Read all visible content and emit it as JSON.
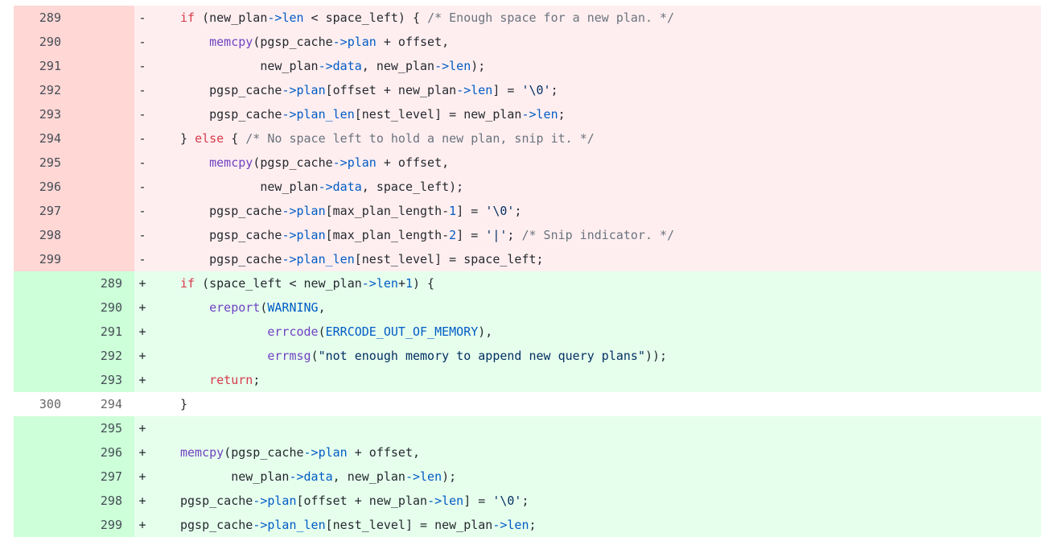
{
  "colors": {
    "deleted_line_number_bg": "#ffd7d5",
    "deleted_code_bg": "#ffeef0",
    "added_line_number_bg": "#cdffd8",
    "added_code_bg": "#e6ffed",
    "keyword": "#d73a49",
    "function": "#6f42c1",
    "member": "#005cc5",
    "comment": "#6a737d"
  },
  "diff": {
    "rows": [
      {
        "type": "del",
        "old": "289",
        "new": "",
        "sign": "-",
        "tokens": [
          [
            "t",
            "if"
          ],
          [
            "p",
            " (new_plan"
          ],
          [
            "m",
            "->"
          ],
          [
            "m",
            "len"
          ],
          [
            "p",
            " < space_left) { "
          ],
          [
            "c",
            "/* Enough space for a new plan. */"
          ]
        ]
      },
      {
        "type": "del",
        "old": "290",
        "new": "",
        "sign": "-",
        "tokens": [
          [
            "p",
            "    "
          ],
          [
            "f",
            "memcpy"
          ],
          [
            "p",
            "(pgsp_cache"
          ],
          [
            "m",
            "->"
          ],
          [
            "m",
            "plan"
          ],
          [
            "p",
            " + offset,"
          ]
        ]
      },
      {
        "type": "del",
        "old": "291",
        "new": "",
        "sign": "-",
        "tokens": [
          [
            "p",
            "           new_plan"
          ],
          [
            "m",
            "->"
          ],
          [
            "m",
            "data"
          ],
          [
            "p",
            ", new_plan"
          ],
          [
            "m",
            "->"
          ],
          [
            "m",
            "len"
          ],
          [
            "p",
            ");"
          ]
        ]
      },
      {
        "type": "del",
        "old": "292",
        "new": "",
        "sign": "-",
        "tokens": [
          [
            "p",
            "    pgsp_cache"
          ],
          [
            "m",
            "->"
          ],
          [
            "m",
            "plan"
          ],
          [
            "p",
            "[offset + new_plan"
          ],
          [
            "m",
            "->"
          ],
          [
            "m",
            "len"
          ],
          [
            "p",
            "] = "
          ],
          [
            "s",
            "'\\0'"
          ],
          [
            "p",
            ";"
          ]
        ]
      },
      {
        "type": "del",
        "old": "293",
        "new": "",
        "sign": "-",
        "tokens": [
          [
            "p",
            "    pgsp_cache"
          ],
          [
            "m",
            "->"
          ],
          [
            "m",
            "plan_len"
          ],
          [
            "p",
            "[nest_level] = new_plan"
          ],
          [
            "m",
            "->"
          ],
          [
            "m",
            "len"
          ],
          [
            "p",
            ";"
          ]
        ]
      },
      {
        "type": "del",
        "old": "294",
        "new": "",
        "sign": "-",
        "tokens": [
          [
            "p",
            "} "
          ],
          [
            "t",
            "else"
          ],
          [
            "p",
            " { "
          ],
          [
            "c",
            "/* No space left to hold a new plan, snip it. */"
          ]
        ]
      },
      {
        "type": "del",
        "old": "295",
        "new": "",
        "sign": "-",
        "tokens": [
          [
            "p",
            "    "
          ],
          [
            "f",
            "memcpy"
          ],
          [
            "p",
            "(pgsp_cache"
          ],
          [
            "m",
            "->"
          ],
          [
            "m",
            "plan"
          ],
          [
            "p",
            " + offset,"
          ]
        ]
      },
      {
        "type": "del",
        "old": "296",
        "new": "",
        "sign": "-",
        "tokens": [
          [
            "p",
            "           new_plan"
          ],
          [
            "m",
            "->"
          ],
          [
            "m",
            "data"
          ],
          [
            "p",
            ", space_left);"
          ]
        ]
      },
      {
        "type": "del",
        "old": "297",
        "new": "",
        "sign": "-",
        "tokens": [
          [
            "p",
            "    pgsp_cache"
          ],
          [
            "m",
            "->"
          ],
          [
            "m",
            "plan"
          ],
          [
            "p",
            "[max_plan_length-"
          ],
          [
            "m",
            "1"
          ],
          [
            "p",
            "] = "
          ],
          [
            "s",
            "'\\0'"
          ],
          [
            "p",
            ";"
          ]
        ]
      },
      {
        "type": "del",
        "old": "298",
        "new": "",
        "sign": "-",
        "tokens": [
          [
            "p",
            "    pgsp_cache"
          ],
          [
            "m",
            "->"
          ],
          [
            "m",
            "plan"
          ],
          [
            "p",
            "[max_plan_length-"
          ],
          [
            "m",
            "2"
          ],
          [
            "p",
            "] = "
          ],
          [
            "s",
            "'|'"
          ],
          [
            "p",
            "; "
          ],
          [
            "c",
            "/* Snip indicator. */"
          ]
        ]
      },
      {
        "type": "del",
        "old": "299",
        "new": "",
        "sign": "-",
        "tokens": [
          [
            "p",
            "    pgsp_cache"
          ],
          [
            "m",
            "->"
          ],
          [
            "m",
            "plan_len"
          ],
          [
            "p",
            "[nest_level] = space_left;"
          ]
        ]
      },
      {
        "type": "add",
        "old": "",
        "new": "289",
        "sign": "+",
        "tokens": [
          [
            "t",
            "if"
          ],
          [
            "p",
            " (space_left < new_plan"
          ],
          [
            "m",
            "->"
          ],
          [
            "m",
            "len"
          ],
          [
            "p",
            "+"
          ],
          [
            "m",
            "1"
          ],
          [
            "p",
            ") {"
          ]
        ]
      },
      {
        "type": "add",
        "old": "",
        "new": "290",
        "sign": "+",
        "tokens": [
          [
            "p",
            "    "
          ],
          [
            "f",
            "ereport"
          ],
          [
            "p",
            "("
          ],
          [
            "m",
            "WARNING"
          ],
          [
            "p",
            ","
          ]
        ]
      },
      {
        "type": "add",
        "old": "",
        "new": "291",
        "sign": "+",
        "tokens": [
          [
            "p",
            "            "
          ],
          [
            "f",
            "errcode"
          ],
          [
            "p",
            "("
          ],
          [
            "m",
            "ERRCODE_OUT_OF_MEMORY"
          ],
          [
            "p",
            "),"
          ]
        ]
      },
      {
        "type": "add",
        "old": "",
        "new": "292",
        "sign": "+",
        "tokens": [
          [
            "p",
            "            "
          ],
          [
            "f",
            "errmsg"
          ],
          [
            "p",
            "("
          ],
          [
            "s",
            "\"not enough memory to append new query plans\""
          ],
          [
            "p",
            "));"
          ]
        ]
      },
      {
        "type": "add",
        "old": "",
        "new": "293",
        "sign": "+",
        "tokens": [
          [
            "p",
            "    "
          ],
          [
            "t",
            "return"
          ],
          [
            "p",
            ";"
          ]
        ]
      },
      {
        "type": "ctx",
        "old": "300",
        "new": "294",
        "sign": "",
        "tokens": [
          [
            "p",
            "}"
          ]
        ]
      },
      {
        "type": "add",
        "old": "",
        "new": "295",
        "sign": "+",
        "tokens": []
      },
      {
        "type": "add",
        "old": "",
        "new": "296",
        "sign": "+",
        "tokens": [
          [
            "f",
            "memcpy"
          ],
          [
            "p",
            "(pgsp_cache"
          ],
          [
            "m",
            "->"
          ],
          [
            "m",
            "plan"
          ],
          [
            "p",
            " + offset,"
          ]
        ]
      },
      {
        "type": "add",
        "old": "",
        "new": "297",
        "sign": "+",
        "tokens": [
          [
            "p",
            "       new_plan"
          ],
          [
            "m",
            "->"
          ],
          [
            "m",
            "data"
          ],
          [
            "p",
            ", new_plan"
          ],
          [
            "m",
            "->"
          ],
          [
            "m",
            "len"
          ],
          [
            "p",
            ");"
          ]
        ]
      },
      {
        "type": "add",
        "old": "",
        "new": "298",
        "sign": "+",
        "tokens": [
          [
            "p",
            "pgsp_cache"
          ],
          [
            "m",
            "->"
          ],
          [
            "m",
            "plan"
          ],
          [
            "p",
            "[offset + new_plan"
          ],
          [
            "m",
            "->"
          ],
          [
            "m",
            "len"
          ],
          [
            "p",
            "] = "
          ],
          [
            "s",
            "'\\0'"
          ],
          [
            "p",
            ";"
          ]
        ]
      },
      {
        "type": "add",
        "old": "",
        "new": "299",
        "sign": "+",
        "tokens": [
          [
            "p",
            "pgsp_cache"
          ],
          [
            "m",
            "->"
          ],
          [
            "m",
            "plan_len"
          ],
          [
            "p",
            "[nest_level] = new_plan"
          ],
          [
            "m",
            "->"
          ],
          [
            "m",
            "len"
          ],
          [
            "p",
            ";"
          ]
        ]
      }
    ]
  }
}
